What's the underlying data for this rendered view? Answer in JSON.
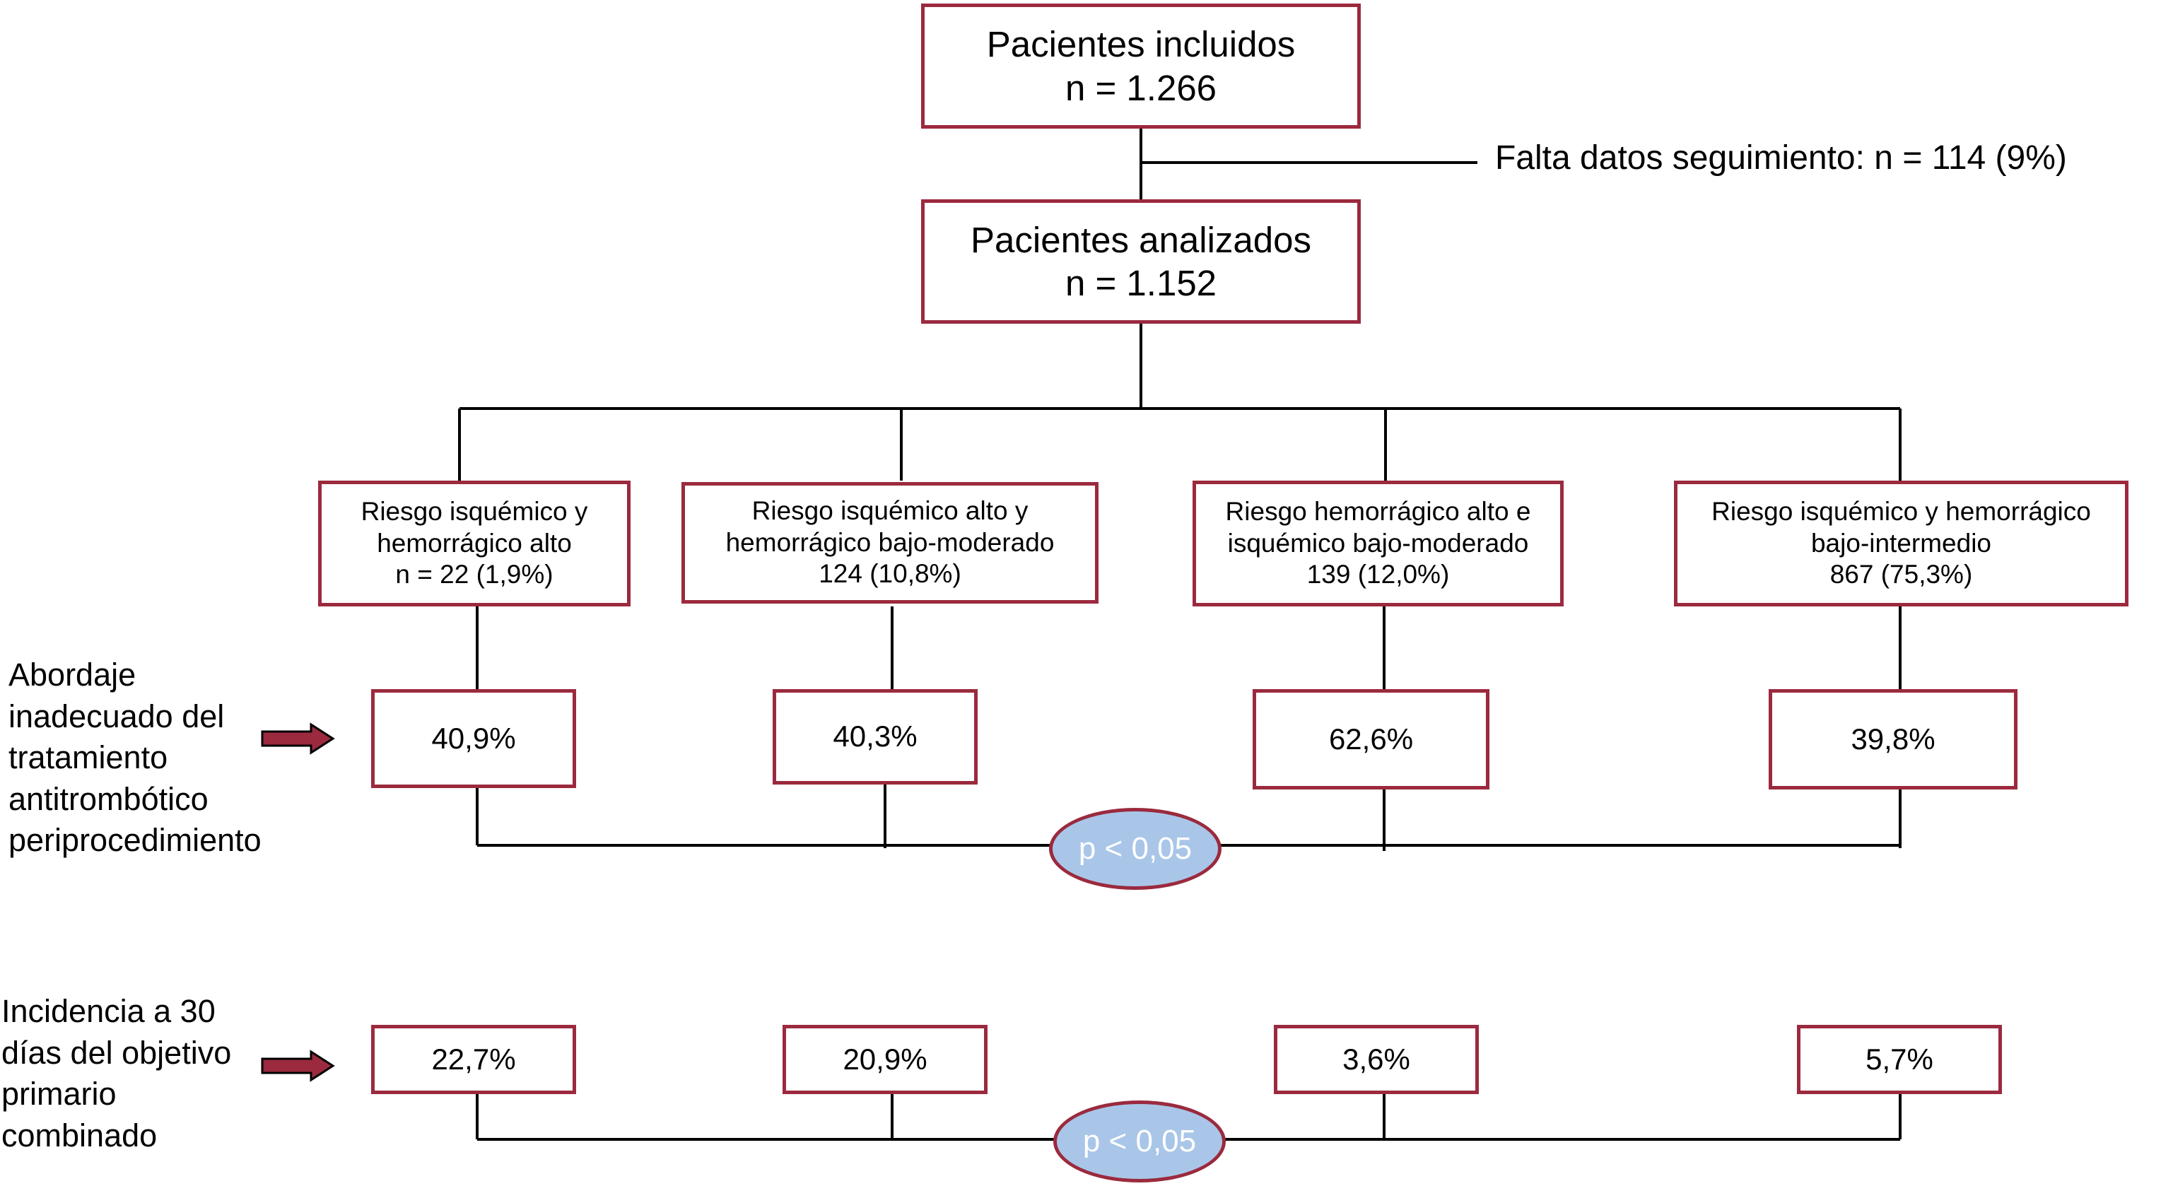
{
  "flowchart": {
    "included": {
      "title": "Pacientes incluidos",
      "count": "n = 1.266"
    },
    "excluded": "Falta datos seguimiento: n = 114 (9%)",
    "analyzed": {
      "title": "Pacientes analizados",
      "count": "n = 1.152"
    },
    "groups": [
      {
        "line1": "Riesgo isquémico y",
        "line2": "hemorrágico alto",
        "line3": "n = 22 (1,9%)"
      },
      {
        "line1": "Riesgo isquémico alto y",
        "line2": "hemorrágico bajo-moderado",
        "line3": "124 (10,8%)"
      },
      {
        "line1": "Riesgo hemorrágico alto e",
        "line2": "isquémico bajo-moderado",
        "line3": "139 (12,0%)"
      },
      {
        "line1": "Riesgo isquémico y hemorrágico",
        "line2": "bajo-intermedio",
        "line3": "867 (75,3%)"
      }
    ],
    "row1": {
      "label_lines": [
        "Abordaje",
        "inadecuado del",
        "tratamiento",
        "antitrombótico",
        "periprocedimiento"
      ],
      "values": [
        "40,9%",
        "40,3%",
        "62,6%",
        "39,8%"
      ],
      "p_value": "p < 0,05"
    },
    "row2": {
      "label_lines": [
        "Incidencia a 30",
        "días del objetivo",
        "primario",
        "combinado"
      ],
      "values": [
        "22,7%",
        "20,9%",
        "3,6%",
        "5,7%"
      ],
      "p_value": "p < 0,05"
    }
  },
  "colors": {
    "box_border": "#9b2a3e",
    "ellipse_fill": "#a9c6e8",
    "arrow_fill": "#9b2a3e",
    "line": "#000000"
  }
}
